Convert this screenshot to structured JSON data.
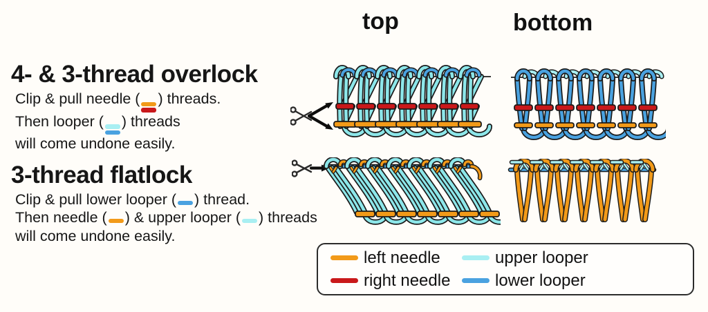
{
  "view_labels": {
    "top": "top",
    "bottom": "bottom"
  },
  "sections": {
    "overlock": {
      "title": "4- & 3-thread overlock",
      "line1_pre": "Clip & pull needle (",
      "line1_post": ") threads.",
      "line2_pre": "Then looper (",
      "line2_post": ") threads",
      "line3": "will come undone easily."
    },
    "flatlock": {
      "title": "3-thread flatlock",
      "line1_pre": "Clip & pull lower looper (",
      "line1_post": ") thread.",
      "line2_pre": "Then needle (",
      "line2_mid": ") & upper looper (",
      "line2_post": ") threads",
      "line3": "will come undone easily."
    }
  },
  "legend": {
    "items": [
      {
        "label": "left needle",
        "color_key": "left_needle"
      },
      {
        "label": "upper looper",
        "color_key": "upper_looper"
      },
      {
        "label": "right needle",
        "color_key": "right_needle"
      },
      {
        "label": "lower looper",
        "color_key": "lower_looper"
      }
    ]
  },
  "colors": {
    "left_needle": "#f29a19",
    "right_needle": "#c9181a",
    "upper_looper": "#a9eff2",
    "upper_looper_thread": "#8de7ea",
    "lower_looper": "#4aa2e0",
    "outline": "#1b1b1b",
    "background": "#fffdf9",
    "text": "#161616"
  }
}
